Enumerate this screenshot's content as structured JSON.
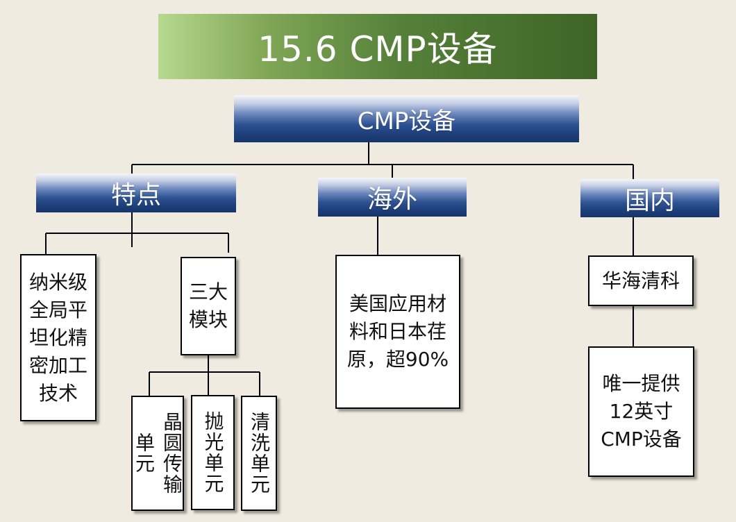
{
  "title": "15.6 CMP设备",
  "root": {
    "label": "CMP设备"
  },
  "branches": {
    "features": {
      "label": "特点"
    },
    "overseas": {
      "label": "海外"
    },
    "domestic": {
      "label": "国内"
    }
  },
  "features": {
    "nano": "纳米级全局平坦化精密加工技术",
    "modules": "三大模块",
    "sub": {
      "wafer": "晶圆传输单元",
      "polish": "抛光单元",
      "clean": "清洗单元"
    }
  },
  "overseas": {
    "vendors": "美国应用材料和日本荏原，超90%"
  },
  "domestic": {
    "company": "华海清科",
    "desc": "唯一提供12英寸CMP设备"
  },
  "colors": {
    "title_bar_start": "#b5d98f",
    "title_bar_end": "#3e6426",
    "header_blue": "#1f3f7c",
    "background": "#efebe0"
  }
}
